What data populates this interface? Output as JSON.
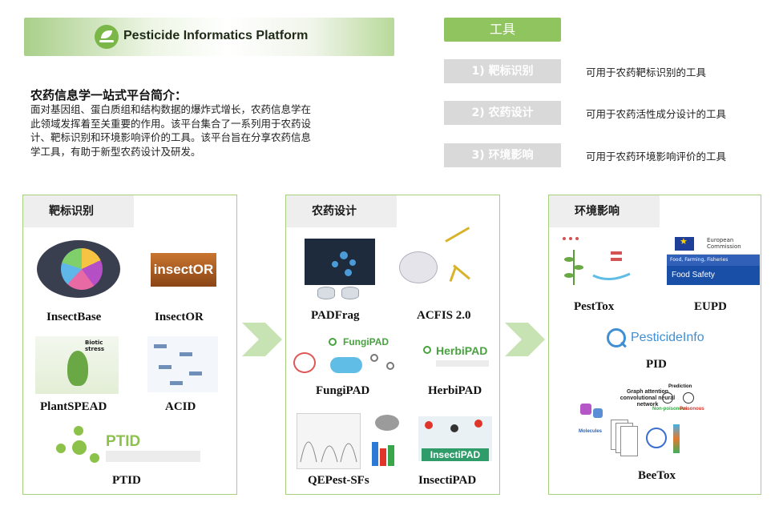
{
  "banner": {
    "title": "Pesticide Informatics Platform"
  },
  "intro": {
    "heading": "农药信息学一站式平台简介：",
    "lines": [
      "面对基因组、蛋白质组和结构数据的爆炸式增长，农药信息学在",
      "此领域发挥着至关重要的作用。该平台集合了一系列用于农药设",
      "计、靶标识别和环境影响评价的工具。该平台旨在分享农药信息",
      "学工具，有助于新型农药设计及研发。"
    ]
  },
  "tools": {
    "header": "工具",
    "items": [
      {
        "label": "1) 靶标识别",
        "desc": "可用于农药靶标识别的工具"
      },
      {
        "label": "2) 农药设计",
        "desc": "可用于农药活性成分设计的工具"
      },
      {
        "label": "3) 环境影响",
        "desc": "可用于农药环境影响评价的工具"
      }
    ]
  },
  "panels": {
    "target": {
      "title": "靶标识别",
      "tools": [
        "InsectBase",
        "InsectOR",
        "PlantSPEAD",
        "ACID",
        "PTID"
      ],
      "thumb_text": {
        "insector": "insectOR",
        "spead": "Biotic stress",
        "ptid": "PTID"
      }
    },
    "design": {
      "title": "农药设计",
      "tools": [
        "PADFrag",
        "ACFIS 2.0",
        "FungiPAD",
        "HerbiPAD",
        "QEPest-SFs",
        "InsectiPAD"
      ],
      "thumb_text": {
        "fungi": "FungiPAD",
        "herbi": "HerbiPAD",
        "insecti": "InsectiPAD"
      }
    },
    "env": {
      "title": "环境影响",
      "tools": [
        "PestTox",
        "EUPD",
        "PID",
        "BeeTox"
      ],
      "thumb_text": {
        "ec": "European Commission",
        "eupd_band": "Food, Farming, Fisheries",
        "eupd_food": "Food Safety",
        "pid": "PesticideInfo",
        "gat": "Graph attention convolutional neural network",
        "molecules": "Molecules",
        "prediction": "Prediction",
        "non_poison": "Non-poisonous",
        "poison": "Poisonous"
      }
    }
  },
  "colors": {
    "accent_green": "#8fc45f",
    "panel_border": "#a6d07d",
    "pill_gray": "#d9d9d9",
    "arrow": "#c8e3b3"
  },
  "icons": [
    "leaf-logo-icon",
    "chevron-right-icon",
    "magnifier-logo-icon",
    "eu-flag-icon"
  ]
}
